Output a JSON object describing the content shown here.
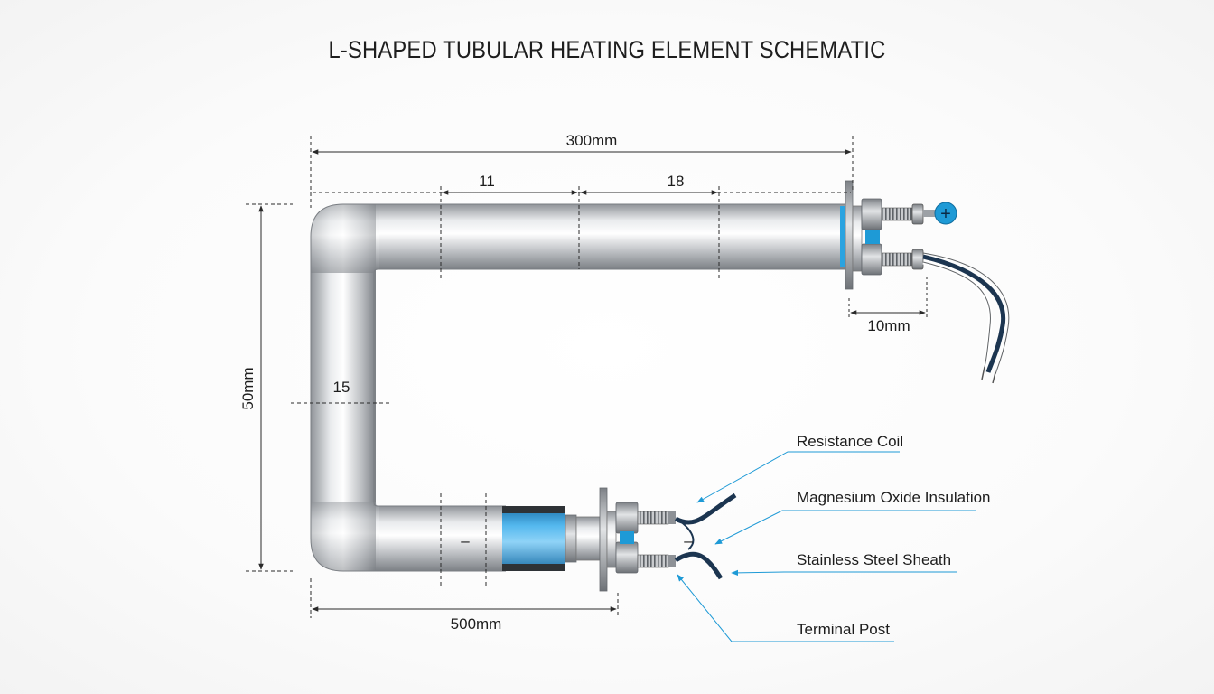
{
  "title": "L-SHAPED TUBULAR HEATING ELEMENT SCHEMATIC",
  "dimensions": {
    "top_length": "300mm",
    "segment_a": "11",
    "segment_b": "18",
    "height": "50mm",
    "vertical_mark": "15",
    "terminal_gap": "10mm",
    "bottom_length": "500mm",
    "minus_mark_a": "–",
    "minus_mark_b": "–"
  },
  "terminal_symbol": "+",
  "callouts": [
    {
      "label": "Resistance Coil"
    },
    {
      "label": "Magnesium Oxide Insulation"
    },
    {
      "label": "Stainless Steel Sheath"
    },
    {
      "label": "Terminal Post"
    }
  ],
  "colors": {
    "accent_blue": "#1e9ad6",
    "wire_navy": "#1c3550",
    "steel": "#b9bcc0"
  }
}
